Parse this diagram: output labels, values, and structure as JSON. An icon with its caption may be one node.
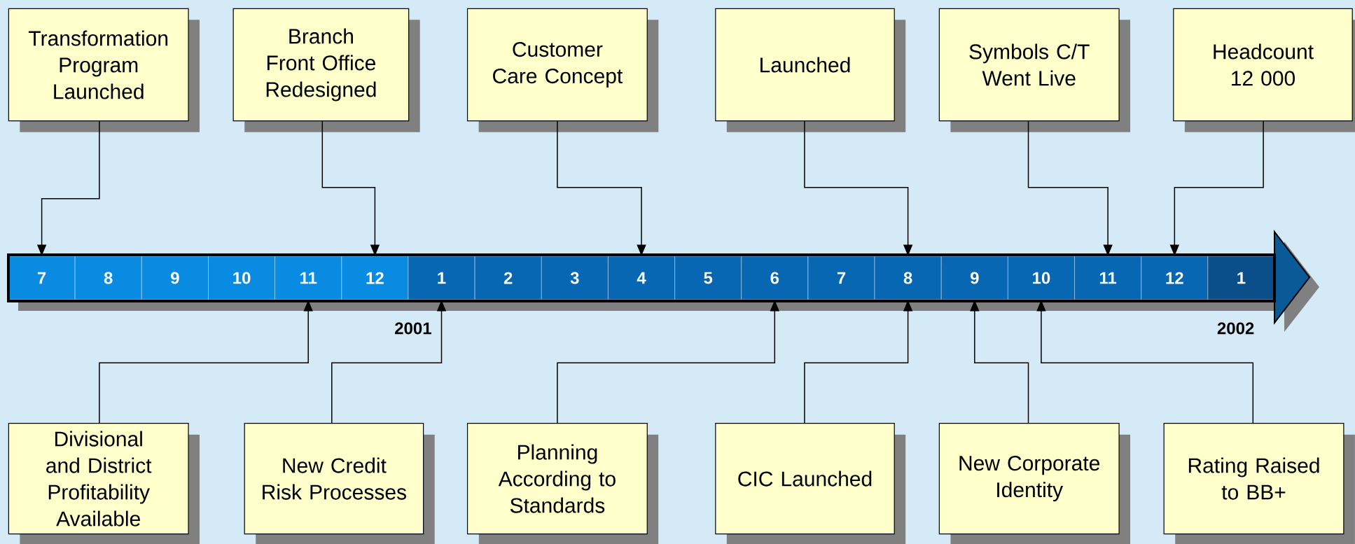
{
  "diagram": {
    "nodes": [
      {
        "text": [
          "Transformation Program Launched"
        ]
      },
      {
        "text": [
          "Branch Front Office Redesigned"
        ]
      },
      {
        "text": [
          "Customer Care Concept"
        ]
      },
      {
        "text": [
          "Launched"
        ]
      },
      {
        "text": [
          "Symbols C/T Went Live"
        ]
      },
      {
        "text": [
          "Headcount 12 000"
        ]
      },
      {
        "text": [
          "7"
        ]
      },
      {
        "text": [
          "8"
        ]
      },
      {
        "text": [
          "9"
        ]
      },
      {
        "text": [
          "10"
        ]
      },
      {
        "text": [
          "11"
        ]
      },
      {
        "text": [
          "12"
        ]
      },
      {
        "text": [
          "1"
        ]
      },
      {
        "text": [
          "2"
        ]
      },
      {
        "text": [
          "3"
        ]
      },
      {
        "text": [
          "4"
        ]
      },
      {
        "text": [
          "5"
        ]
      },
      {
        "text": [
          "6"
        ]
      },
      {
        "text": [
          "7"
        ]
      },
      {
        "text": [
          "8"
        ]
      },
      {
        "text": [
          "9"
        ]
      },
      {
        "text": [
          "10"
        ]
      },
      {
        "text": [
          "11"
        ]
      },
      {
        "text": [
          "12"
        ]
      },
      {
        "text": [
          "1"
        ]
      },
      {
        "text": [
          "Divisional and District Profitability Available"
        ]
      },
      {
        "text": [
          "New Credit Risk Processes"
        ]
      },
      {
        "text": [
          "Planning According to Standards"
        ]
      },
      {
        "text": [
          "CIC Launched"
        ]
      },
      {
        "text": [
          "New Corporate Identity"
        ]
      },
      {
        "text": [
          "Rating Raised to BB+"
        ]
      }
    ],
    "edges": [
      {
        "from": 0,
        "to": 6,
        "arrow": "to"
      },
      {
        "from": 1,
        "to": 11,
        "arrow": "to"
      },
      {
        "from": 2,
        "to": 15,
        "arrow": "to"
      },
      {
        "from": 3,
        "to": 19,
        "arrow": "to"
      },
      {
        "from": 4,
        "to": 22,
        "arrow": "to"
      },
      {
        "from": 5,
        "to": 23,
        "arrow": "to"
      },
      {
        "from": 25,
        "to": 10,
        "arrow": "to"
      },
      {
        "from": 26,
        "to": 12,
        "arrow": "to"
      },
      {
        "from": 27,
        "to": 17,
        "arrow": "to"
      },
      {
        "from": 28,
        "to": 19,
        "arrow": "to"
      },
      {
        "from": 29,
        "to": 20,
        "arrow": "to"
      },
      {
        "from": 30,
        "to": 21,
        "arrow": "to"
      }
    ],
    "labels": [
      "2001",
      "2002"
    ]
  }
}
